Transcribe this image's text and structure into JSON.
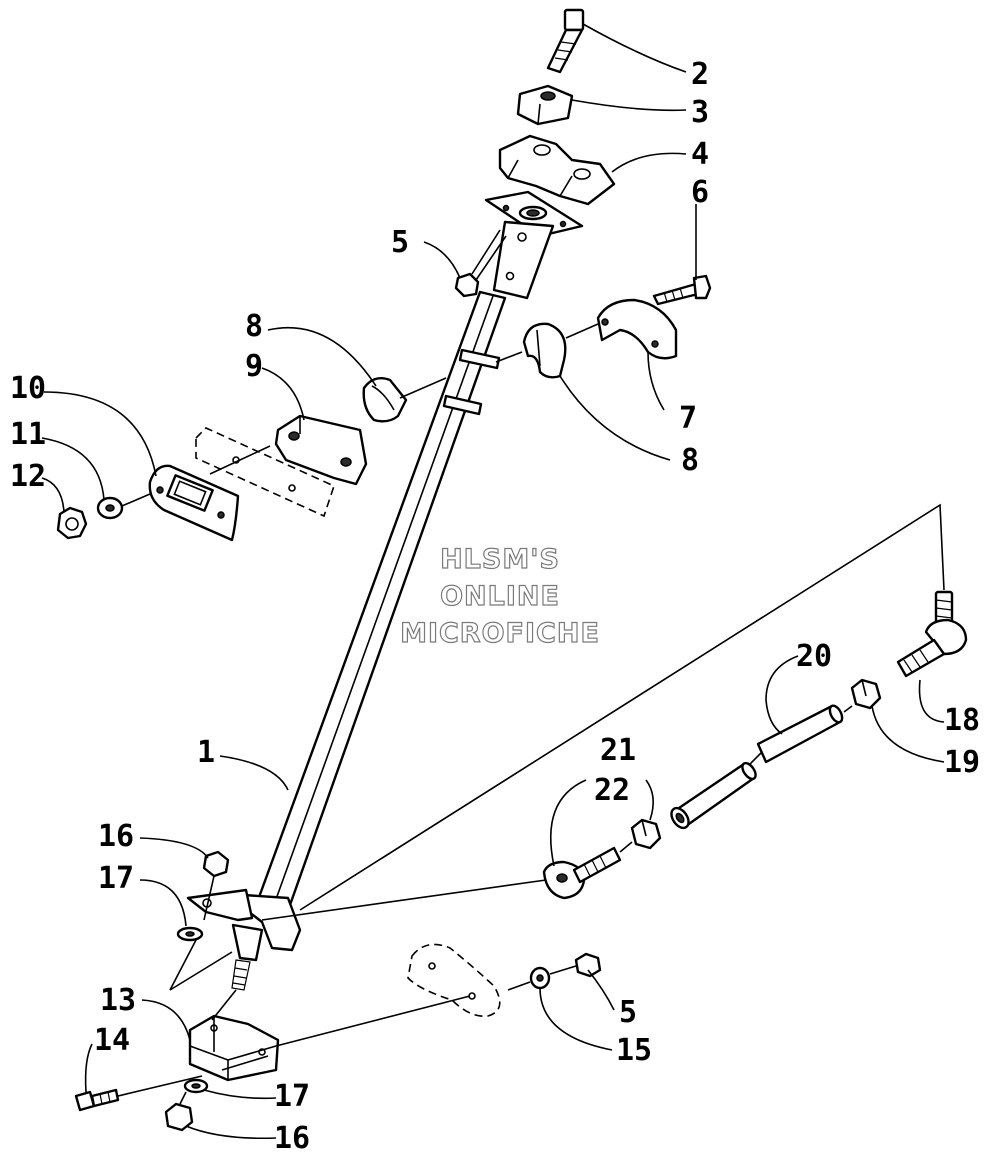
{
  "watermark": {
    "line1": "HLSM'S",
    "line2": "ONLINE",
    "line3": "MICROFICHE"
  },
  "callouts": [
    {
      "id": "c2",
      "label": "2"
    },
    {
      "id": "c3",
      "label": "3"
    },
    {
      "id": "c4",
      "label": "4"
    },
    {
      "id": "c6",
      "label": "6"
    },
    {
      "id": "c5a",
      "label": "5"
    },
    {
      "id": "c8a",
      "label": "8"
    },
    {
      "id": "c9",
      "label": "9"
    },
    {
      "id": "c7",
      "label": "7"
    },
    {
      "id": "c10",
      "label": "10"
    },
    {
      "id": "c11",
      "label": "11"
    },
    {
      "id": "c8b",
      "label": "8"
    },
    {
      "id": "c12",
      "label": "12"
    },
    {
      "id": "c20",
      "label": "20"
    },
    {
      "id": "c18",
      "label": "18"
    },
    {
      "id": "c1",
      "label": "1"
    },
    {
      "id": "c21",
      "label": "21"
    },
    {
      "id": "c19",
      "label": "19"
    },
    {
      "id": "c22",
      "label": "22"
    },
    {
      "id": "c16a",
      "label": "16"
    },
    {
      "id": "c17a",
      "label": "17"
    },
    {
      "id": "c13",
      "label": "13"
    },
    {
      "id": "c5b",
      "label": "5"
    },
    {
      "id": "c14",
      "label": "14"
    },
    {
      "id": "c15",
      "label": "15"
    },
    {
      "id": "c17b",
      "label": "17"
    },
    {
      "id": "c16b",
      "label": "16"
    }
  ]
}
